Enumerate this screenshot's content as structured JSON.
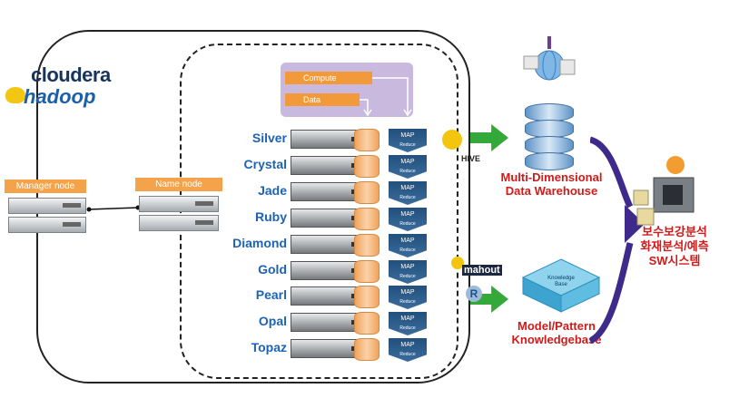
{
  "logos": {
    "cloudera": "cloudera",
    "hadoop": "hadoop",
    "hive": "HIVE",
    "mahout": "mahout",
    "r": "R"
  },
  "manager_node": "Manager node",
  "name_node": "Name node",
  "compute_panel": {
    "compute": "Compute",
    "data": "Data"
  },
  "data_nodes": [
    "Silver",
    "Crystal",
    "Jade",
    "Ruby",
    "Diamond",
    "Gold",
    "Pearl",
    "Opal",
    "Topaz"
  ],
  "mapreduce": {
    "line1": "MAP",
    "line2": "Reduce"
  },
  "warehouse_label": {
    "line1": "Multi-Dimensional",
    "line2": "Data Warehouse"
  },
  "knowledge_label": {
    "line1": "Model/Pattern",
    "line2": "Knowledgebase"
  },
  "knowledge_base_text": "Knowledge Base",
  "system_label": {
    "line1": "보수보강분석",
    "line2": "화재분석/예측",
    "line3": "SW시스템"
  },
  "colors": {
    "node_blue": "#1d62b4",
    "label_orange": "#f5a34a",
    "result_red": "#d11a1a",
    "arrow_green": "#35a83a",
    "arrow_purple": "#3d2a8a"
  }
}
